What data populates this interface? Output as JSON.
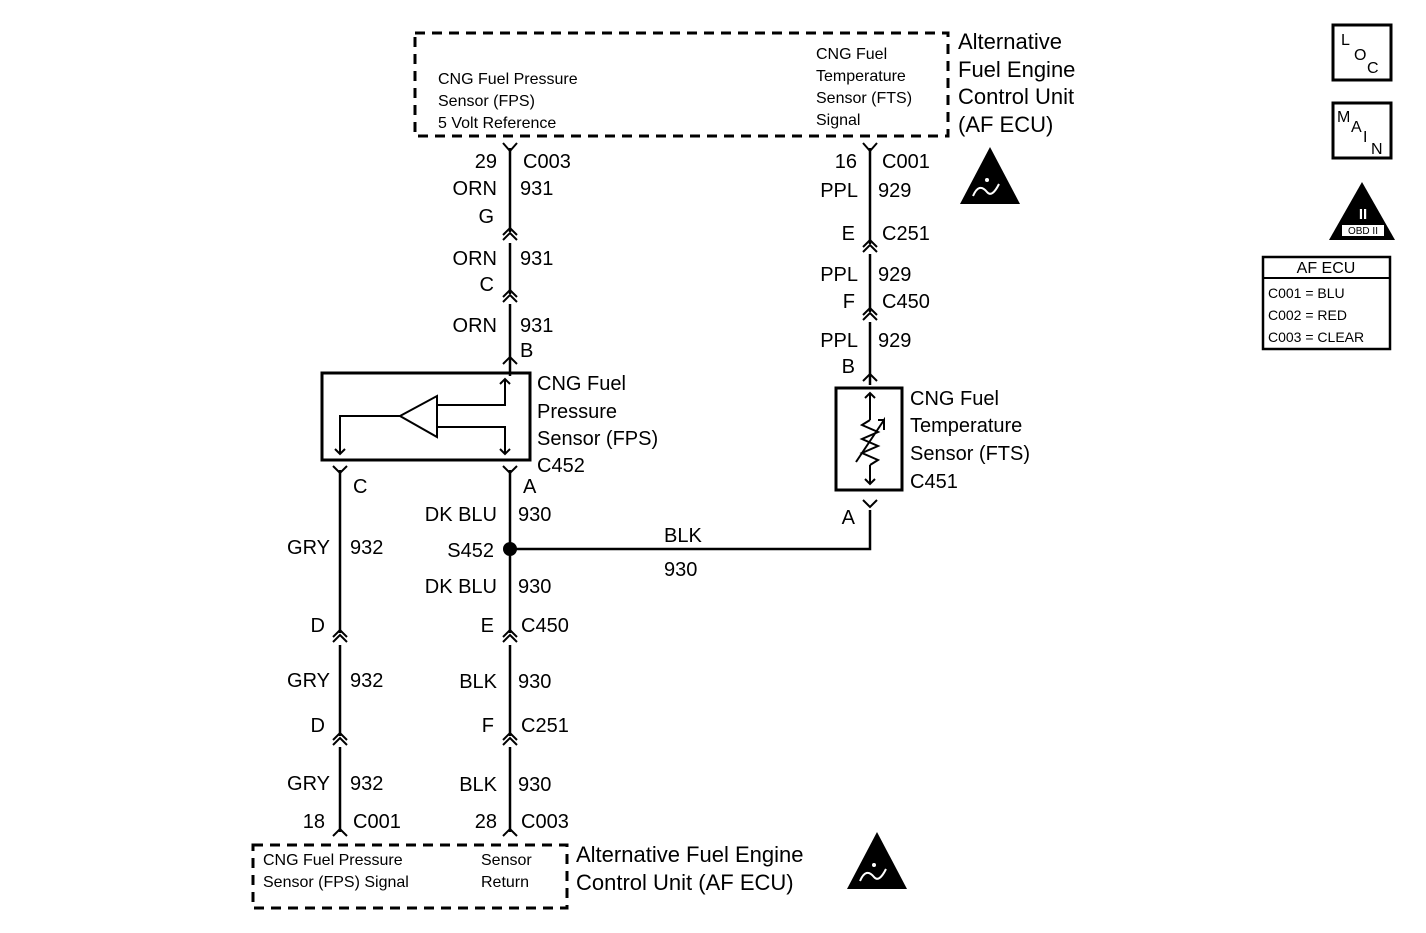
{
  "af_ecu_top": {
    "title": [
      "Alternative",
      "Fuel Engine",
      "Control Unit",
      "(AF ECU)"
    ],
    "fps_ref_label": [
      "CNG Fuel Pressure",
      "Sensor (FPS)",
      "5 Volt Reference"
    ],
    "fts_signal_label": [
      "CNG Fuel",
      "Temperature",
      "Sensor (FTS)",
      "Signal"
    ]
  },
  "af_ecu_bottom": {
    "title": [
      "Alternative Fuel Engine",
      "Control Unit (AF ECU)"
    ],
    "fps_signal_label": [
      "CNG Fuel Pressure",
      "Sensor (FPS) Signal"
    ],
    "return_label": [
      "Sensor",
      "Return"
    ]
  },
  "fps_sensor": {
    "label": [
      "CNG Fuel",
      "Pressure",
      "Sensor (FPS)",
      "C452"
    ],
    "pin_c": "C",
    "pin_a": "A"
  },
  "fts_sensor": {
    "label": [
      "CNG Fuel",
      "Temperature",
      "Sensor (FTS)",
      "C451"
    ],
    "pin_a": "A"
  },
  "wire_931": {
    "pin_29": "29",
    "conn_c003": "C003",
    "color": "ORN",
    "circuit": "931",
    "pin_g": "G",
    "pin_c": "C",
    "pin_b": "B"
  },
  "wire_929": {
    "pin_16": "16",
    "conn_c001": "C001",
    "color": "PPL",
    "circuit": "929",
    "pin_e": "E",
    "conn_c251": "C251",
    "pin_f": "F",
    "conn_c450": "C450",
    "pin_b": "B"
  },
  "wire_930": {
    "color_dkblu": "DK BLU",
    "circuit": "930",
    "splice": "S452",
    "color_blk": "BLK",
    "pin_e": "E",
    "conn_c450": "C450",
    "pin_f": "F",
    "conn_c251": "C251",
    "pin_28": "28",
    "conn_c003": "C003"
  },
  "wire_932": {
    "color": "GRY",
    "circuit": "932",
    "pin_d": "D",
    "pin_18": "18",
    "conn_c001": "C001"
  },
  "icons": {
    "loc_letters": [
      "L",
      "O",
      "C"
    ],
    "main_letters": [
      "M",
      "A",
      "I",
      "N"
    ],
    "obd_numeral": "II",
    "obd_text": "OBD II"
  },
  "legend": {
    "title": "AF ECU",
    "rows": [
      "C001 = BLU",
      "C002 = RED",
      "C003 = CLEAR"
    ]
  }
}
